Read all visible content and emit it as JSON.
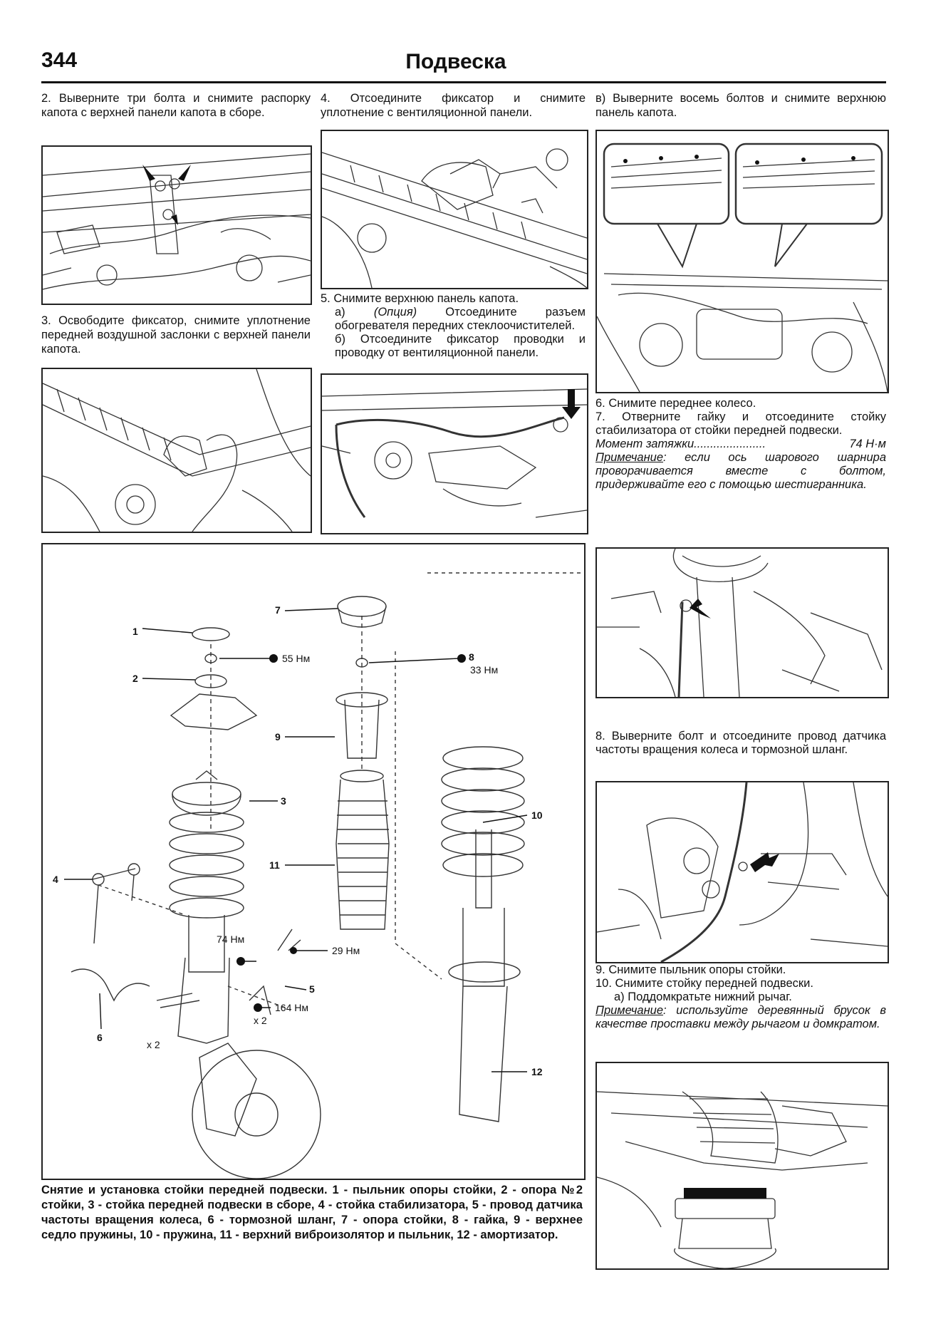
{
  "header": {
    "page_number": "344",
    "title": "Подвеска"
  },
  "col1": {
    "step2": "2. Выверните три болта и снимите распорку капота с верхней панели капота в сборе.",
    "step3": "3. Освободите фиксатор, снимите уплотнение передней воздушной заслонки с верхней панели капота."
  },
  "col2": {
    "step4": "4. Отсоедините фиксатор и снимите уплотнение с вентиляционной панели.",
    "step5": "5. Снимите верхнюю панель капота.",
    "step5a_prefix": "а) ",
    "step5a_option": "(Опция)",
    "step5a_text": " Отсоедините разъем обогревателя передних стеклоочистителей.",
    "step5b": "б) Отсоедините фиксатор проводки и проводку от вентиляционной панели."
  },
  "col3": {
    "step5v": "в) Выверните восемь болтов и снимите верхнюю панель капота.",
    "step6": "6. Снимите переднее колесо.",
    "step7": "7. Отверните гайку и отсоедините стойку стабилизатора от стойки передней подвески.",
    "torque_label": "Момент затяжки",
    "torque_dots": "......................",
    "torque_value": "74 Н·м",
    "note_label": "Примечание",
    "note_text": ": если ось шарового шарнира проворачивается вместе с болтом, придерживайте его с помощью шестигранника.",
    "step8": "8. Выверните болт и отсоедините провод датчика частоты вращения колеса и тормозной шланг.",
    "step9": "9. Снимите пыльник опоры стойки.",
    "step10": "10. Снимите стойку передней подвески.",
    "step10a": "а) Поддомкратьте нижний рычаг.",
    "note2_label": "Примечание",
    "note2_text": ": используйте деревянный брусок в качестве проставки между рычагом и домкратом."
  },
  "diagram": {
    "labels": [
      "1",
      "2",
      "3",
      "4",
      "5",
      "6",
      "7",
      "8",
      "9",
      "10",
      "11",
      "12"
    ],
    "torques": {
      "t55": "55 Нм",
      "t33": "33 Нм",
      "t74": "74 Нм",
      "t29": "29 Нм",
      "t164": "164 Нм"
    },
    "mult1": "x 2",
    "mult2": "x 2"
  },
  "caption": "Снятие и установка стойки передней подвески. 1 - пыльник опоры стойки, 2 - опора №2 стойки, 3 - стойка передней подвески в сборе, 4 - стойка стабилизатора, 5 - провод датчика частоты вращения колеса, 6 - тормозной шланг, 7 - опора стойки, 8 - гайка, 9 - верхнее седло пружины, 10 - пружина, 11 - верхний виброизолятор и пыльник, 12 - амортизатор."
}
